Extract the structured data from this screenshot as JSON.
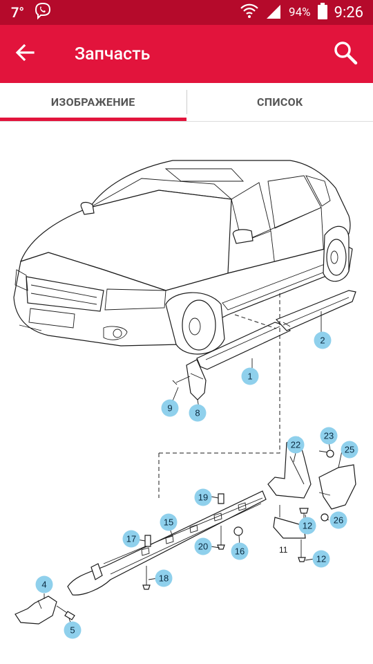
{
  "status_bar": {
    "temperature": "7°",
    "battery": "94%",
    "time": "9:26"
  },
  "header": {
    "title": "Запчасть"
  },
  "tabs": [
    {
      "label": "ИЗОБРАЖЕНИЕ",
      "active": true
    },
    {
      "label": "СПИСОК",
      "active": false
    }
  ],
  "diagram": {
    "callouts": {
      "c1": "1",
      "c2": "2",
      "c4": "4",
      "c5": "5",
      "c8": "8",
      "c9": "9",
      "c12a": "12",
      "c12b": "12",
      "c15": "15",
      "c16": "16",
      "c17": "17",
      "c18": "18",
      "c19": "19",
      "c20": "20",
      "c22": "22",
      "c23": "23",
      "c25": "25",
      "c26": "26"
    },
    "plain_label_11": "11"
  },
  "colors": {
    "status_bar": "#b50a2b",
    "app_bar": "#e2143c",
    "accent": "#e2143c",
    "callout": "#8fd0ec"
  }
}
